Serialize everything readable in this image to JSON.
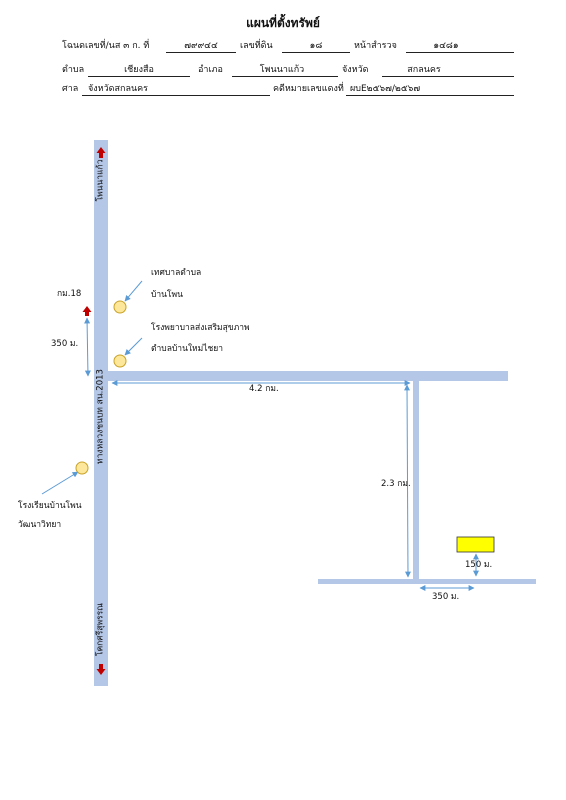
{
  "title": "แผนที่ตั้งทรัพย์",
  "header": {
    "deed_label": "โฉนดเลขที่/นส ๓ ก. ที่",
    "deed_value": "๗๙๙๔๔",
    "parcel_label": "เลขที่ดิน",
    "parcel_value": "๑๘",
    "survey_label": "หน้าสำรวจ",
    "survey_value": "๑๔๘๑",
    "subdistrict_label": "ตำบล",
    "subdistrict_value": "เชียงสือ",
    "district_label": "อำเภอ",
    "district_value": "โพนนาแก้ว",
    "province_label": "จังหวัด",
    "province_value": "สกลนคร",
    "court_label": "ศาล",
    "court_value": "จังหวัดสกลนคร",
    "case_label": "คดีหมายเลขแดงที่",
    "case_value": "ผบE๒๕๖๗/๒๕๖๗"
  },
  "map": {
    "road_color": "#b4c7e7",
    "arrow_color": "#5b9bd5",
    "landmark_color": "#fce79a",
    "landmark_border": "#c9a227",
    "property_color": "#ffff00",
    "direction_arrow_color": "#c00000",
    "labels": {
      "north_road": "โพนนาแก้ว",
      "south_road": "โคกศรีสุพรรณ",
      "highway": "ทางหลวงชนบท สน.2013",
      "km_marker": "กม.18",
      "dist_350_left": "350 ม.",
      "dist_4_2": "4.2 กม.",
      "dist_2_3": "2.3 กม.",
      "dist_150": "150 ม.",
      "dist_350_bottom": "350 ม."
    },
    "landmarks": [
      {
        "name_line1": "เทศบาลตำบล",
        "name_line2": "บ้านโพน"
      },
      {
        "name_line1": "โรงพยาบาลส่งเสริมสุขภาพ",
        "name_line2": "ตำบลบ้านใหม่ไชยา"
      },
      {
        "name_line1": "โรงเรียนบ้านโพน",
        "name_line2": "วัฒนาวิทยา"
      }
    ]
  }
}
